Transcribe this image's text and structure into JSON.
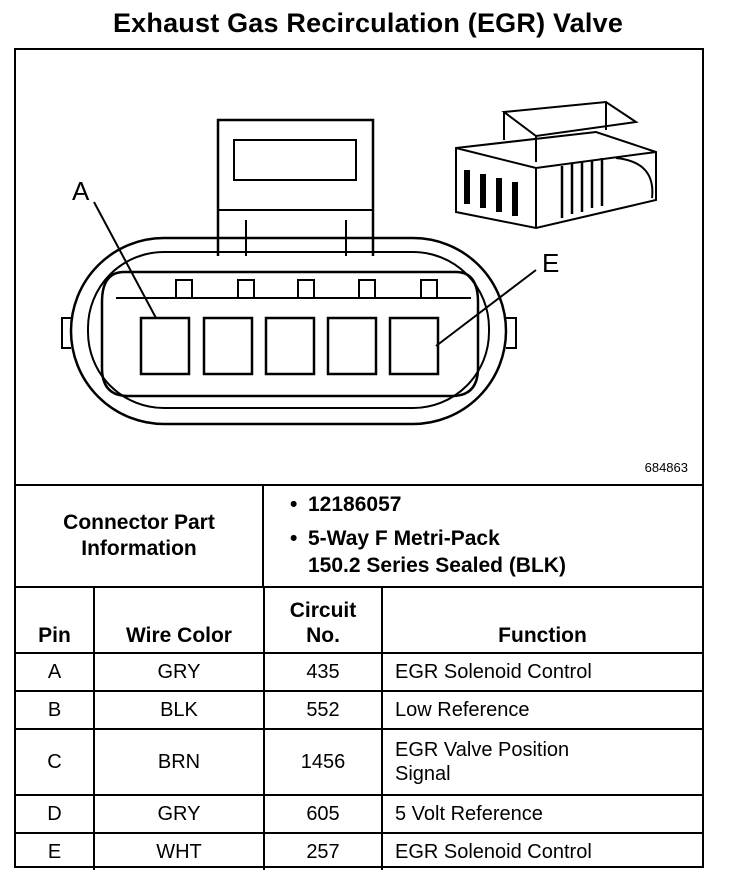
{
  "title": "Exhaust Gas Recirculation (EGR) Valve",
  "diagram": {
    "figure_id": "684863",
    "pin_label_a": "A",
    "pin_label_e": "E"
  },
  "connector_info": {
    "label_line1": "Connector Part",
    "label_line2": "Information",
    "items": [
      "12186057",
      "5-Way F Metri-Pack",
      "150.2 Series Sealed (BLK)"
    ]
  },
  "table": {
    "headers": {
      "pin": "Pin",
      "wire_color": "Wire Color",
      "circuit_line1": "Circuit",
      "circuit_line2": "No.",
      "function": "Function"
    },
    "rows": [
      {
        "pin": "A",
        "wire_color": "GRY",
        "circuit": "435",
        "function_line1": "EGR Solenoid Control",
        "function_line2": ""
      },
      {
        "pin": "B",
        "wire_color": "BLK",
        "circuit": "552",
        "function_line1": "Low Reference",
        "function_line2": ""
      },
      {
        "pin": "C",
        "wire_color": "BRN",
        "circuit": "1456",
        "function_line1": "EGR Valve Position",
        "function_line2": "Signal"
      },
      {
        "pin": "D",
        "wire_color": "GRY",
        "circuit": "605",
        "function_line1": "5 Volt Reference",
        "function_line2": ""
      },
      {
        "pin": "E",
        "wire_color": "WHT",
        "circuit": "257",
        "function_line1": "EGR Solenoid Control",
        "function_line2": ""
      }
    ]
  }
}
